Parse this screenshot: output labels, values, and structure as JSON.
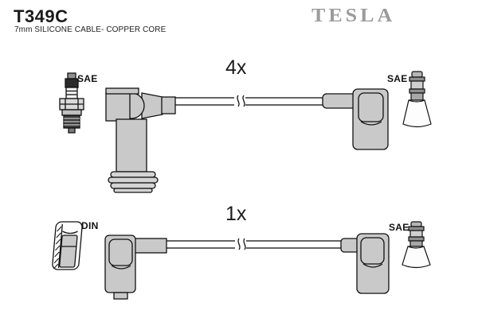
{
  "page": {
    "background": "#ffffff",
    "line_color": "#111111",
    "boot_fill": "#c9c9c9",
    "rib_fill": "#d4d4d4",
    "cone_fill": "#fdfdfd"
  },
  "header": {
    "part_number": "T349C",
    "subtitle": "7mm SILICONE CABLE- COPPER CORE",
    "brand": "TESLA",
    "brand_color": "#9b9b9b"
  },
  "cables": [
    {
      "quantity_label": "4x",
      "left_terminal_label": "SAE",
      "right_terminal_label": "SAE",
      "left_icon": "spark-plug-icon",
      "left_boot_icon": "angled-ribbed-boot-icon",
      "right_boot_icon": "angled-boot-icon",
      "right_icon": "coil-terminal-icon"
    },
    {
      "quantity_label": "1x",
      "left_terminal_label": "DIN",
      "right_terminal_label": "SAE",
      "left_icon": "din-terminal-icon",
      "left_boot_icon": "angled-boot-icon",
      "right_boot_icon": "angled-boot-icon",
      "right_icon": "coil-terminal-icon"
    }
  ]
}
